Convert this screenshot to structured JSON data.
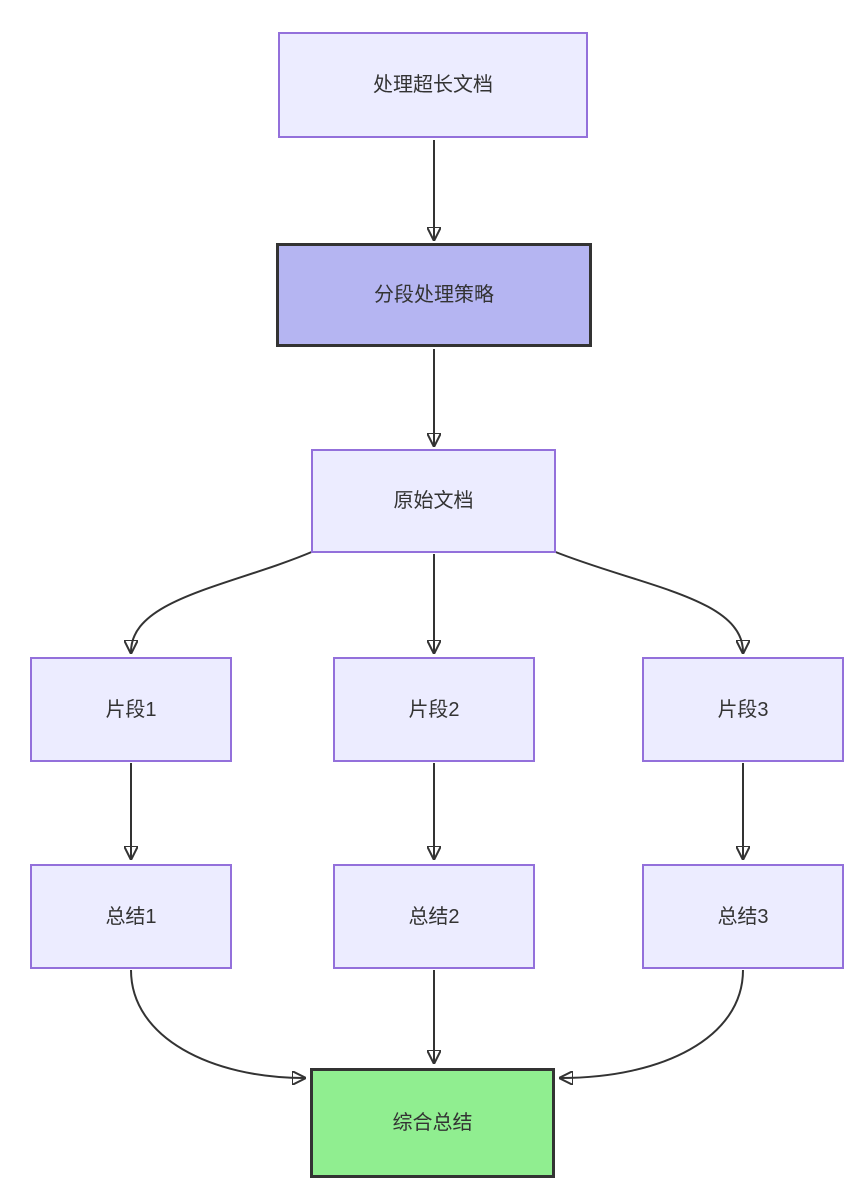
{
  "diagram": {
    "type": "flowchart",
    "direction": "top-down",
    "nodes": {
      "process_long_doc": {
        "label": "处理超长文档",
        "style": "default"
      },
      "segmentation_strategy": {
        "label": "分段处理策略",
        "style": "highlight-purple"
      },
      "original_doc": {
        "label": "原始文档",
        "style": "default"
      },
      "segment1": {
        "label": "片段1",
        "style": "default"
      },
      "segment2": {
        "label": "片段2",
        "style": "default"
      },
      "segment3": {
        "label": "片段3",
        "style": "default"
      },
      "summary1": {
        "label": "总结1",
        "style": "default"
      },
      "summary2": {
        "label": "总结2",
        "style": "default"
      },
      "summary3": {
        "label": "总结3",
        "style": "default"
      },
      "final_summary": {
        "label": "综合总结",
        "style": "highlight-green"
      }
    },
    "edges": [
      {
        "from": "process_long_doc",
        "to": "segmentation_strategy"
      },
      {
        "from": "segmentation_strategy",
        "to": "original_doc"
      },
      {
        "from": "original_doc",
        "to": "segment1"
      },
      {
        "from": "original_doc",
        "to": "segment2"
      },
      {
        "from": "original_doc",
        "to": "segment3"
      },
      {
        "from": "segment1",
        "to": "summary1"
      },
      {
        "from": "segment2",
        "to": "summary2"
      },
      {
        "from": "segment3",
        "to": "summary3"
      },
      {
        "from": "summary1",
        "to": "final_summary"
      },
      {
        "from": "summary2",
        "to": "final_summary"
      },
      {
        "from": "summary3",
        "to": "final_summary"
      }
    ],
    "colors": {
      "node_fill": "#ECECFF",
      "node_border": "#9370DB",
      "strategy_fill": "#b5b5f2",
      "strategy_border": "#333333",
      "final_fill": "#90EE90",
      "final_border": "#333333",
      "edge_stroke": "#333333",
      "text": "#333333",
      "background": "#ffffff"
    }
  }
}
